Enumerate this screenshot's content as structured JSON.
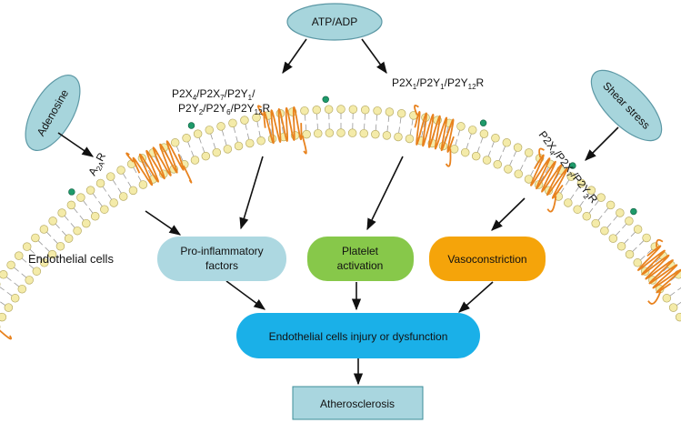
{
  "colors": {
    "ellipse_fill": "#a7d5dc",
    "ellipse_stroke": "#5c98a5",
    "node_light_blue": "#add8e1",
    "node_green": "#87c84a",
    "node_orange": "#f5a40a",
    "node_blue": "#1ab0e8",
    "box_fill": "#a9d6df",
    "box_stroke": "#3d8d9a",
    "lipid_head": "#f4eba9",
    "lipid_head_stroke": "#b9ad66",
    "receptor": "#e8821e",
    "ligand_dot": "#1e9a6a"
  },
  "diagram": {
    "ellipses": {
      "atp_adp": "ATP/ADP",
      "adenosine": "Adenosine",
      "shear_stress": "Shear stress"
    },
    "labels": {
      "cell_type": "Endothelial cells",
      "receptor_a2a": "A2AR",
      "receptors_left": "P2X4/P2X7/P2Y1/P2Y2/P2Y6/P2Y12R",
      "receptors_middle": "P2X1/P2Y1/P2Y12R",
      "receptors_right": "P2X4/P2X7/P2Y2R"
    },
    "nodes": {
      "pro_inflammatory_line1": "Pro-inflammatory",
      "pro_inflammatory_line2": "factors",
      "platelet_line1": "Platelet",
      "platelet_line2": "activation",
      "vasoconstriction": "Vasoconstriction",
      "dysfunction": "Endothelial cells injury or dysfunction",
      "outcome": "Atherosclerosis"
    }
  }
}
